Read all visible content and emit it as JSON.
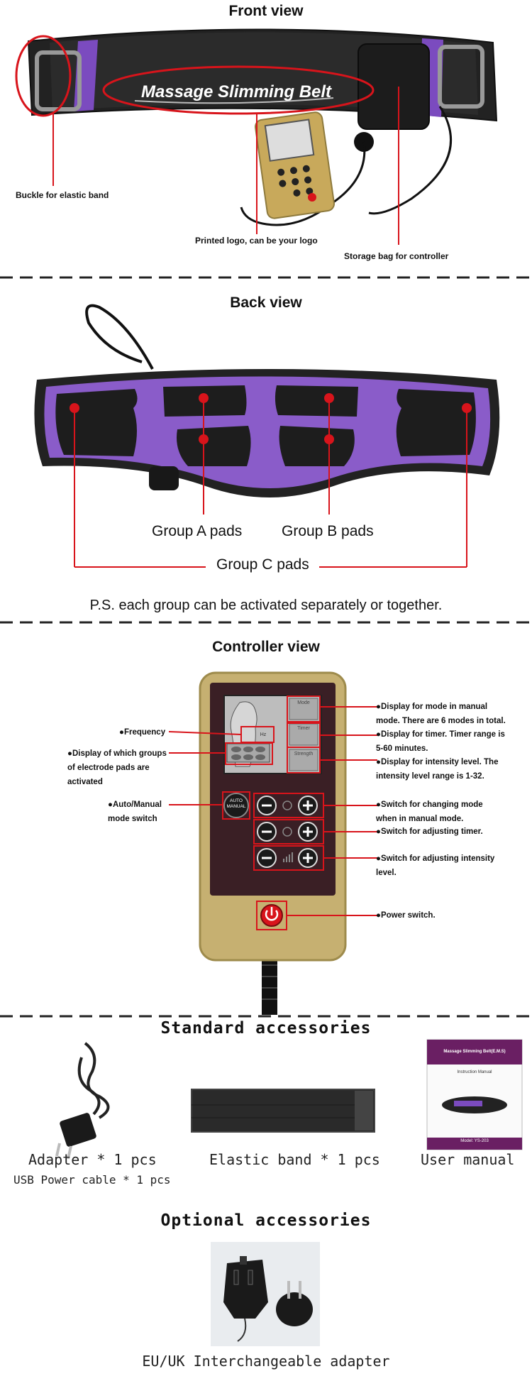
{
  "front": {
    "title": "Front view",
    "belt_logo": "Massage Slimming Belt",
    "captions": {
      "buckle": "Buckle for elastic band",
      "logo": "Printed logo, can be your logo",
      "storage": "Storage bag for controller"
    }
  },
  "back": {
    "title": "Back view",
    "group_a": "Group A pads",
    "group_b": "Group B pads",
    "group_c": "Group C pads",
    "note": "P.S. each group can be activated separately or together."
  },
  "controller": {
    "title": "Controller view",
    "screen_labels": {
      "mode": "Mode",
      "time": "Timer",
      "strength": "Strength",
      "hz": "Hz"
    },
    "auto_manual": [
      "AUTO",
      "MANUAL"
    ],
    "left_callouts": {
      "frequency": "●Frequency",
      "groups": [
        "●Display of which groups",
        "of electrode pads are",
        "activated"
      ],
      "auto": [
        "●Auto/Manual",
        "mode switch"
      ]
    },
    "right_callouts": {
      "mode": [
        "●Display for mode in manual",
        "mode. There are 6 modes in total."
      ],
      "timer": [
        "●Display for timer. Timer range is",
        "5-60 minutes."
      ],
      "intensity": [
        "●Display for intensity level. The",
        "intensity level range is 1-32."
      ],
      "switch_mode": [
        "●Switch for changing mode",
        "when in manual mode."
      ],
      "switch_timer": [
        "●Switch for adjusting timer."
      ],
      "switch_intensity": [
        "●Switch for adjusting intensity",
        "level."
      ],
      "power": [
        "●Power switch."
      ]
    },
    "colors": {
      "highlight": "#d8141b",
      "gold": "#c6b071",
      "panel": "#3a1f25"
    }
  },
  "standard": {
    "title": "Standard accessories",
    "adapter": "Adapter * 1 pcs",
    "usb": "USB Power cable * 1 pcs",
    "band": "Elastic band * 1 pcs",
    "manual": "User manual",
    "manual_cover": {
      "heading": "Massage Slimming Belt(E.M.S)",
      "sub": "Instruction Manual",
      "model": "Model: YS-203"
    }
  },
  "optional": {
    "title": "Optional accessories",
    "eu_uk": "EU/UK Interchangeable adapter"
  }
}
